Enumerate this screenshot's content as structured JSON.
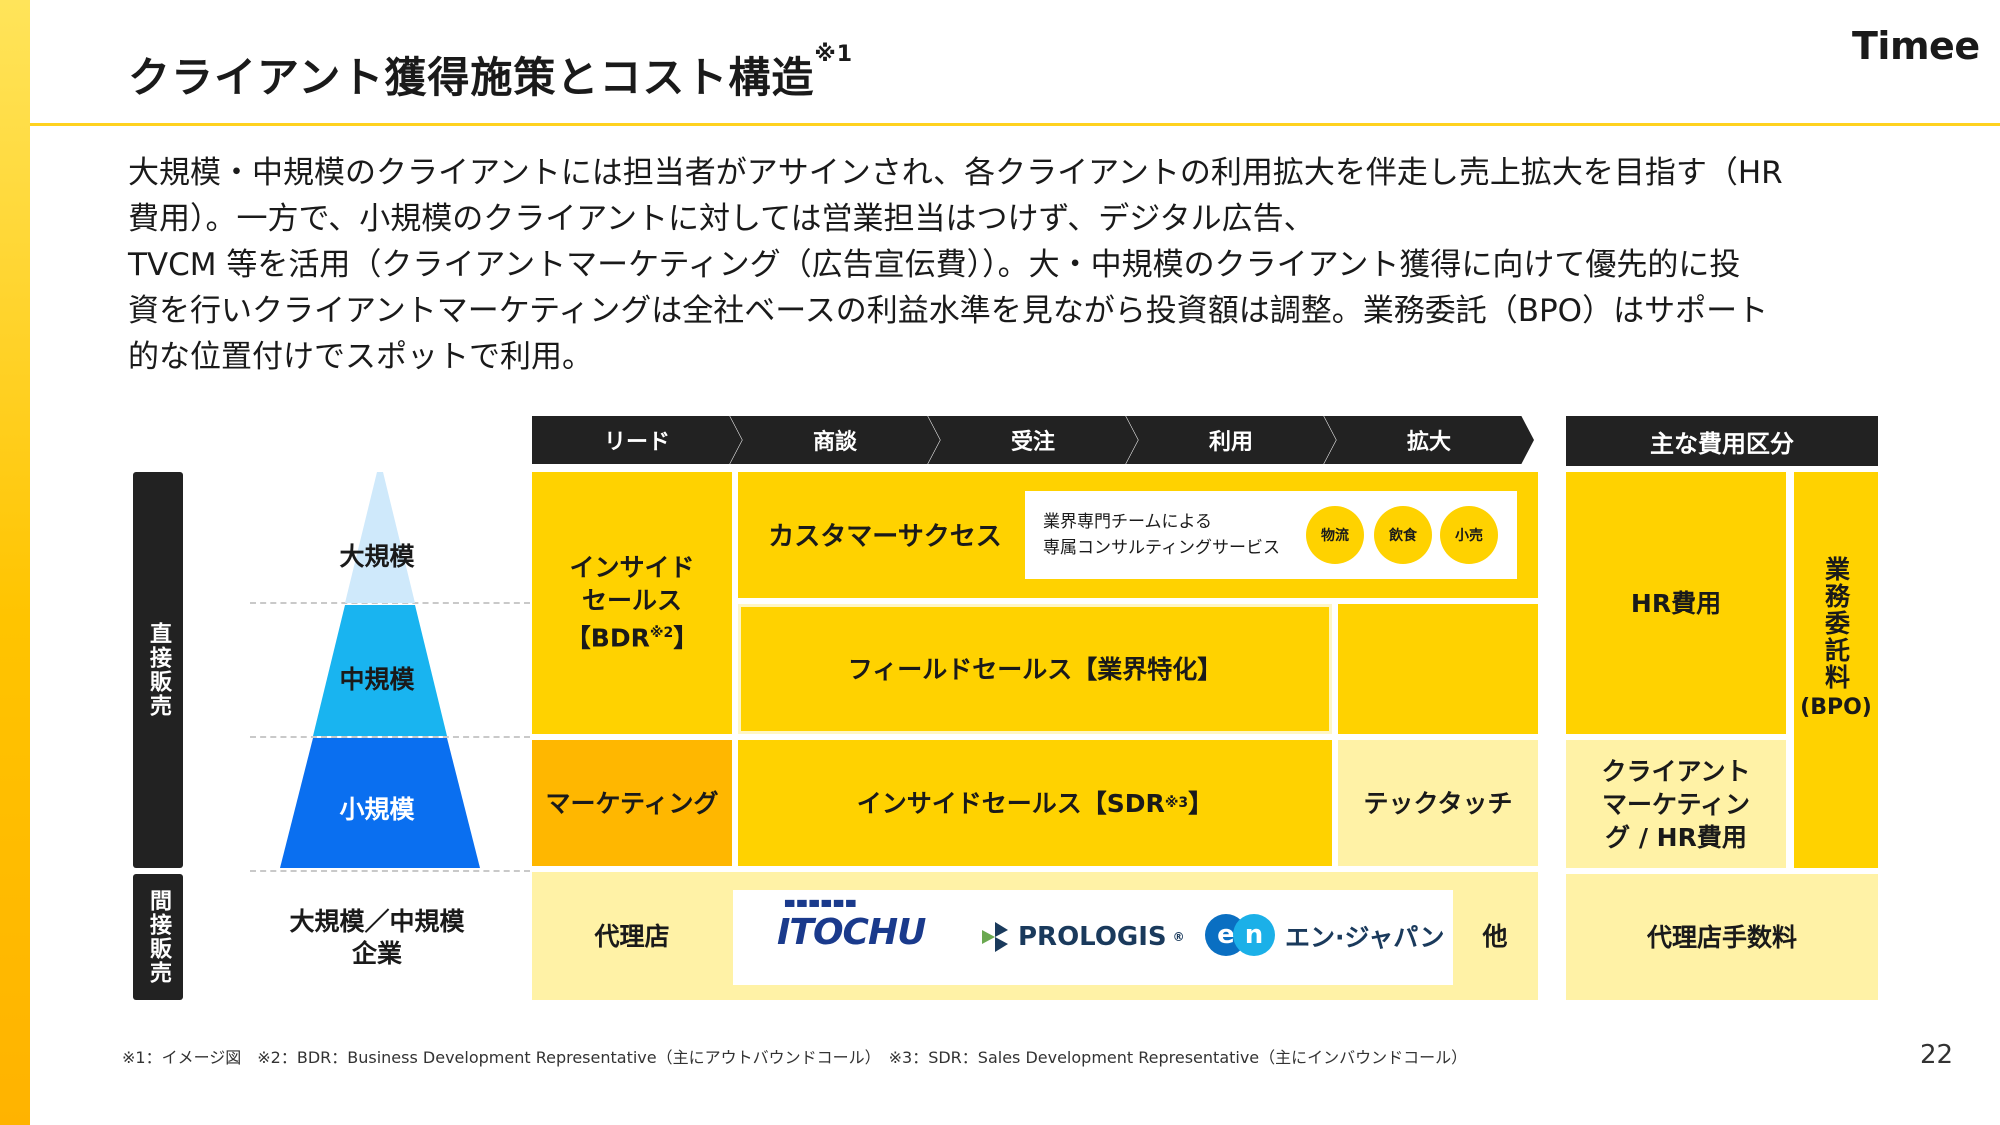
{
  "header": {
    "title": "クライアント獲得施策とコスト構造",
    "title_note": "※1",
    "logo": "Timee"
  },
  "intro": [
    "大規模・中規模のクライアントには担当者がアサインされ、各クライアントの利用拡大を伴走し売上拡大を目指す（HR",
    "費用）。一方で、小規模のクライアントに対しては営業担当はつけず、デジタル広告、",
    "TVCM 等を活用（クライアントマーケティング（広告宣伝費））。大・中規模のクライアント獲得に向けて優先的に投",
    "資を行いクライアントマーケティングは全社ベースの利益水準を見ながら投資額は調整。業務委託（BPO）はサポート",
    "的な位置付けでスポットで利用。"
  ],
  "stages": [
    "リード",
    "商談",
    "受注",
    "利用",
    "拡大"
  ],
  "cost_header": "主な費用区分",
  "side_labels": {
    "direct": "直接販売",
    "indirect": "間接販売"
  },
  "segments": {
    "large": "大規模",
    "medium": "中規模",
    "small": "小規模",
    "enterprise": "大規模／中規模企業"
  },
  "cells": {
    "inside_sales_bdr": "インサイドセールス【BDR",
    "bdr_note": "※2",
    "bdr_close": "】",
    "customer_success": "カスタマーサクセス",
    "cs_service_line1": "業界専門チームによる",
    "cs_service_line2": "専属コンサルティングサービス",
    "badges": [
      "物流",
      "飲食",
      "小売"
    ],
    "field_sales": "フィールドセールス【業界特化】",
    "marketing": "マーケティング",
    "inside_sales_sdr": "インサイドセールス【SDR",
    "sdr_note": "※3",
    "sdr_close": "】",
    "tech_touch": "テックタッチ",
    "agency": "代理店",
    "others": "他"
  },
  "partners": {
    "itochu": "ITOCHU",
    "prologis": "PROLOGIS",
    "prologis_mark": "®",
    "enjapan_mark": "en",
    "enjapan": "エン·ジャパン"
  },
  "costs": {
    "hr": "HR費用",
    "bpo": "業務委託料",
    "bpo_paren": "(BPO)",
    "client_marketing": "クライアントマーケティング / HR費用",
    "agency_fee": "代理店手数料"
  },
  "colors": {
    "accent": "#ffd200",
    "light": "#fff2a6",
    "orange": "#ffb700",
    "dark": "#222222",
    "pyramid_light": "#cfe9fb",
    "pyramid_mid": "#19b4f0",
    "pyramid_dark": "#0a6ff0"
  },
  "footnote": "※1：イメージ図　※2：BDR：Business Development Representative（主にアウトバウンドコール）　※3：SDR：Sales Development Representative（主にインバウンドコール）",
  "page_number": "22"
}
